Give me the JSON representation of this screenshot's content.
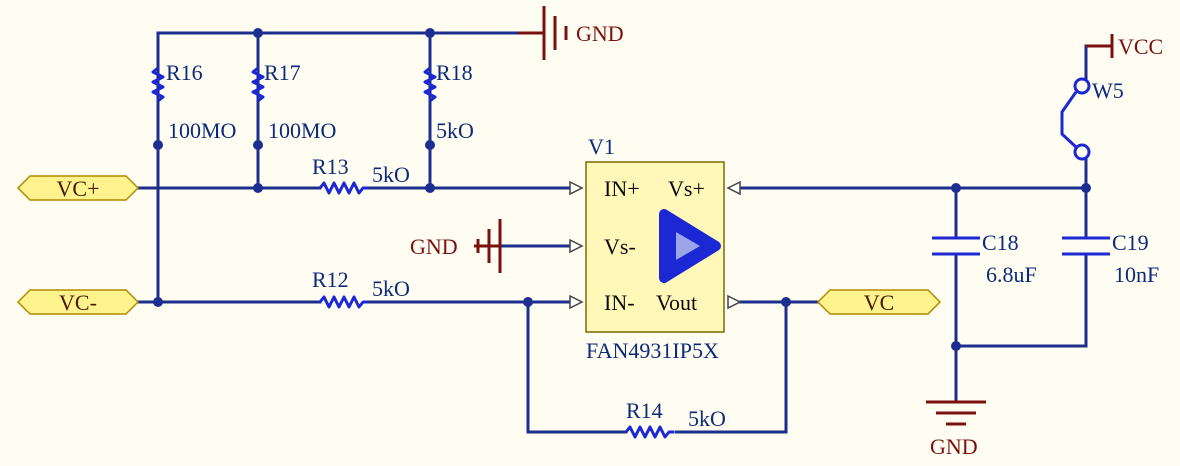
{
  "nets": {
    "gnd_top": "GND",
    "gnd_left": "GND",
    "gnd_bottom": "GND",
    "vcc": "VCC"
  },
  "ports": {
    "vc_plus": "VC+",
    "vc_minus": "VC-",
    "vc_out": "VC"
  },
  "resistors": {
    "r16": {
      "ref": "R16",
      "value": "100MO"
    },
    "r17": {
      "ref": "R17",
      "value": "100MO"
    },
    "r18": {
      "ref": "R18",
      "value": "5kO"
    },
    "r13": {
      "ref": "R13",
      "value": "5kO"
    },
    "r12": {
      "ref": "R12",
      "value": "5kO"
    },
    "r14": {
      "ref": "R14",
      "value": "5kO"
    }
  },
  "capacitors": {
    "c18": {
      "ref": "C18",
      "value": "6.8uF"
    },
    "c19": {
      "ref": "C19",
      "value": "10nF"
    }
  },
  "jumper": {
    "ref": "W5"
  },
  "ic": {
    "ref": "V1",
    "part": "FAN4931IP5X",
    "pins": {
      "in_plus": "IN+",
      "vs_minus": "Vs-",
      "in_minus": "IN-",
      "vs_plus": "Vs+",
      "vout": "Vout"
    },
    "body_color": "#fff8b8",
    "symbol_color": "#1b28d4"
  }
}
